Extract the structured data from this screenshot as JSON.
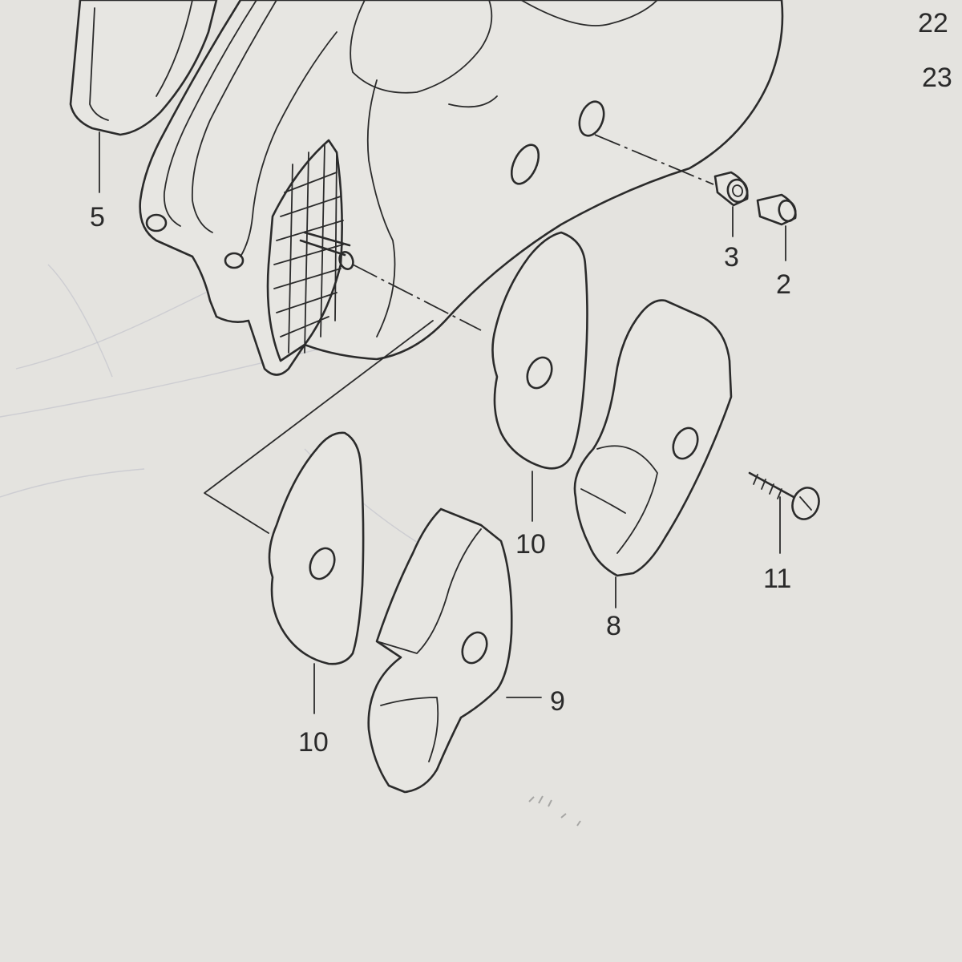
{
  "callouts": {
    "part_22": "22",
    "part_23": "23",
    "part_5": "5",
    "part_3": "3",
    "part_2": "2",
    "part_10_upper": "10",
    "part_10_lower": "10",
    "part_11": "11",
    "part_8": "8",
    "part_9": "9"
  },
  "colors": {
    "paper": "#e4e3df",
    "ink": "#2b2b2b"
  }
}
